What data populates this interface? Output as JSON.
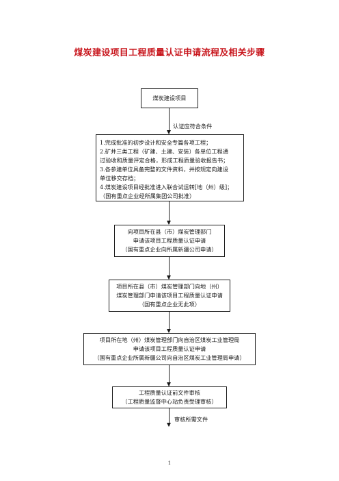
{
  "title": "煤炭建设项目工程质量认证申请流程及相关步骤",
  "steps": [
    {
      "lines": [
        "煤炭建设项目"
      ]
    },
    {
      "lines": [
        "1.完成批准的初步设计和安全专篇各项工程；",
        "2.矿井三类工程（矿建、土建、安装）各单位工程通",
        "过验收和质量评定合格，形成工程质量验收报告书；",
        "3.各参建单位具备完整的文件资料，并按规定向建设",
        "单位移交存档；",
        "4.煤炭建设项目经批准进入联合试运转[地（州）级]；",
        "（国有重点企业经所属集团公司批准）"
      ]
    },
    {
      "lines": [
        "向项目所在县（市）煤炭管理部门",
        "申请该项目工程质量认证申请",
        "（国有重点企业向所属新疆公司申请）"
      ]
    },
    {
      "lines": [
        "项目所在县（市）煤炭管理部门向地（州）",
        "煤炭管理部门申请该项目工程质量认证申请",
        "（国有重点企业无此项）"
      ]
    },
    {
      "lines": [
        "项目所在地（州）煤炭管理部门向自治区煤炭工业管理局",
        "申请该项目工程质量认证申请",
        "（国有重点企业所属新疆公司向自治区煤炭工业管理局申请）"
      ]
    },
    {
      "lines": [
        "工程质量认证前文件审核",
        "（工程质量监督中心站负责受理审核）"
      ]
    }
  ],
  "arrow_labels": [
    "认证应符合条件",
    "审核所需文件"
  ],
  "page_number": "1"
}
